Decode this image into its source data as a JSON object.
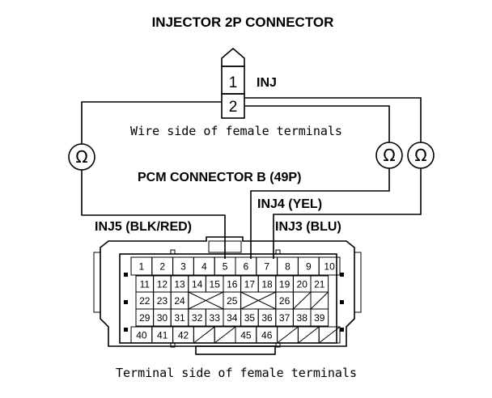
{
  "title": "INJECTOR 2P CONNECTOR",
  "injector": {
    "pin1": "1",
    "pin2": "2",
    "inj_label": "INJ",
    "wire_side": "Wire side of female terminals"
  },
  "meters": [
    "Ω",
    "Ω",
    "Ω"
  ],
  "pcm": {
    "title": "PCM CONNECTOR B (49P)",
    "inj4": "INJ4 (YEL)",
    "inj5": "INJ5 (BLK/RED)",
    "inj3": "INJ3 (BLU)",
    "terminal_side": "Terminal side of female terminals",
    "row1": [
      "1",
      "2",
      "3",
      "4",
      "5",
      "6",
      "7",
      "8",
      "9",
      "10"
    ],
    "row2": [
      "11",
      "12",
      "13",
      "14",
      "15",
      "16",
      "17",
      "18",
      "19",
      "20",
      "21"
    ],
    "row3": [
      "22",
      "23",
      "24",
      "",
      "25",
      "",
      "26",
      "",
      ""
    ],
    "row4": [
      "29",
      "30",
      "31",
      "32",
      "33",
      "34",
      "35",
      "36",
      "37",
      "38",
      "39"
    ],
    "row5": [
      "40",
      "41",
      "42",
      "",
      "",
      "45",
      "46",
      "",
      "",
      ""
    ]
  }
}
